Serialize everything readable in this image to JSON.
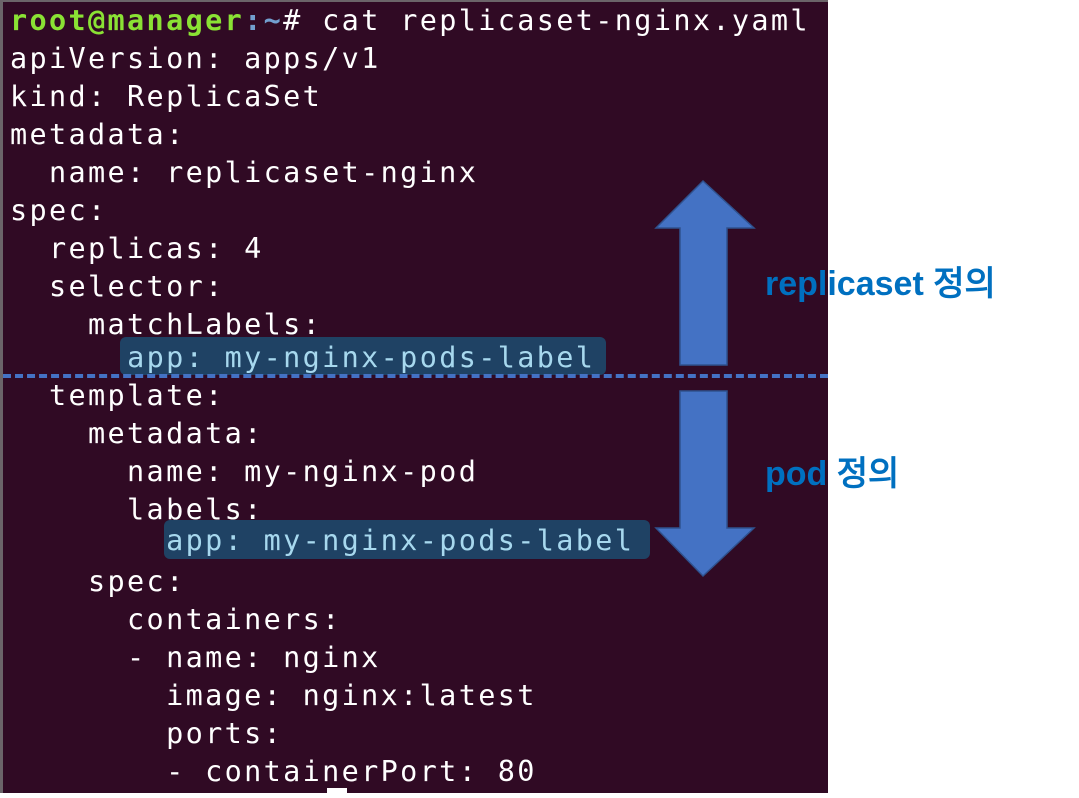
{
  "terminal": {
    "prompt": {
      "user_host": "root@manager",
      "path": ":~",
      "symbol": "# ",
      "command": "cat replicaset-nginx.yaml"
    },
    "lines": [
      "apiVersion: apps/v1",
      "kind: ReplicaSet",
      "metadata:",
      "  name: replicaset-nginx",
      "spec:",
      "  replicas: 4",
      "  selector:",
      "    matchLabels:",
      "      app: my-nginx-pods-label",
      "  template:",
      "    metadata:",
      "      name: my-nginx-pod",
      "      labels:",
      "        app: my-nginx-pods-label",
      "    spec:",
      "      containers:",
      "      - name: nginx",
      "        image: nginx:latest",
      "        ports:",
      "        - containerPort: 80"
    ],
    "highlight_1": {
      "indent": "      ",
      "text": "app: my-nginx-pods-label"
    },
    "highlight_2": {
      "indent": "        ",
      "text": "app: my-nginx-pods-label"
    },
    "colors": {
      "background": "#300a24",
      "prompt_user": "#8ae234",
      "prompt_path": "#729fcf",
      "highlight_bg": "#1f4264",
      "highlight_text": "#a7d8ee"
    }
  },
  "annotations": {
    "upper_label": "replicaset 정의",
    "lower_label": "pod 정의",
    "up_arrow_icon": "arrow-up-icon",
    "down_arrow_icon": "arrow-down-icon",
    "arrow_color": "#4472c4",
    "label_color": "#0070c0",
    "divider": "dashed-line"
  }
}
